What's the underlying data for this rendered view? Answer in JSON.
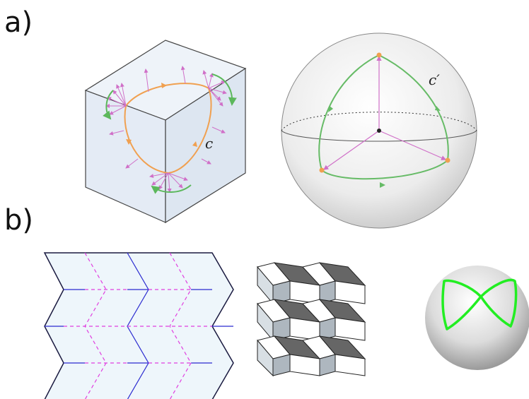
{
  "panel_a": {
    "label": "a)",
    "curve_label": "c",
    "sphere_curve_label": "c′"
  },
  "panel_b": {
    "label": "b)"
  },
  "colors": {
    "cube_face": "#e6edf6",
    "cube_edge": "#444444",
    "orange_curve": "#f0a050",
    "green_arrow": "#5cb85c",
    "pink_vector": "#d070c8",
    "sheet_fill": "#eef6fb",
    "sheet_edge": "#1a1a40",
    "valley_fold": "#2b2bd0",
    "mountain_fold": "#e040e0",
    "sphere_curve_bright": "#22ee22"
  }
}
